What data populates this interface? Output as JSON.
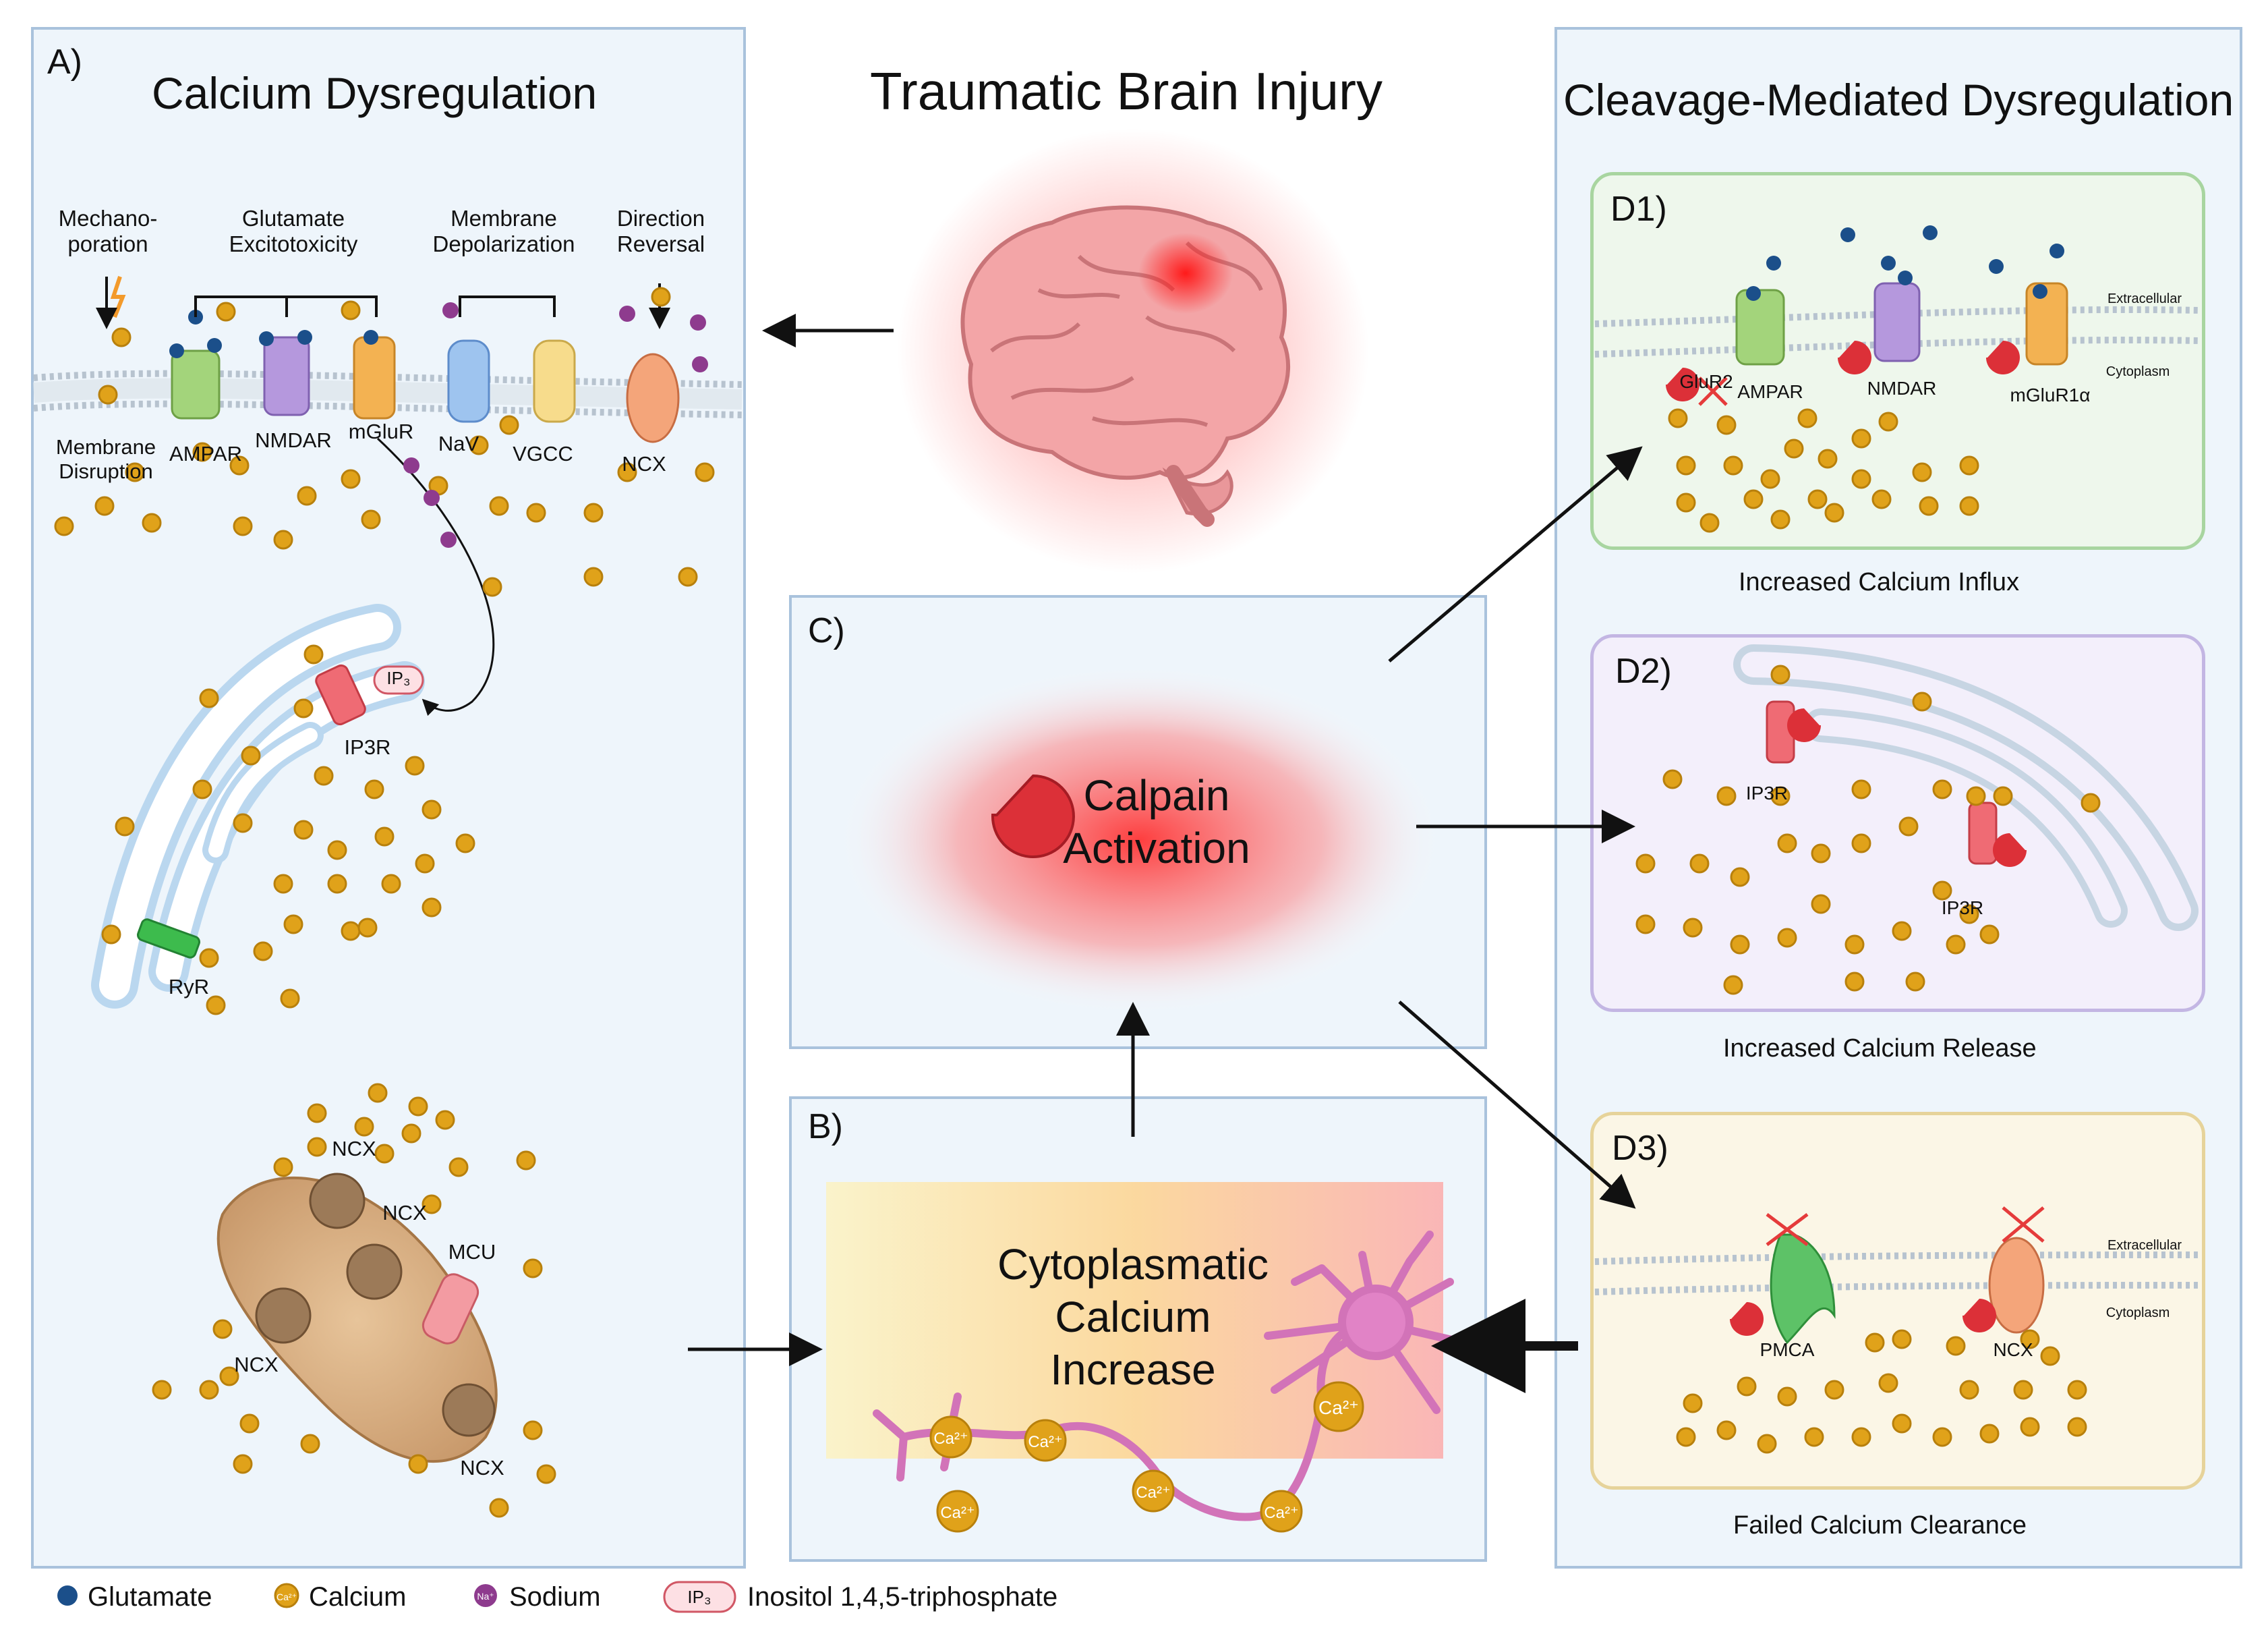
{
  "main_title": "Traumatic Brain Injury",
  "panel_a": {
    "letter": "A)",
    "title": "Calcium Dysregulation",
    "mechanisms": [
      "Mechano-\nporation",
      "Glutamate\nExcitotoxicity",
      "Membrane\nDepolarization",
      "Direction\nReversal"
    ],
    "membrane_labels": [
      "Membrane\nDisruption",
      "AMPAR",
      "NMDAR",
      "mGluR",
      "NaV",
      "VGCC",
      "NCX"
    ],
    "er_labels": [
      "IP₃",
      "IP3R",
      "RyR"
    ],
    "mito_labels": [
      "NCX",
      "NCX",
      "MCU",
      "NCX",
      "NCX"
    ]
  },
  "panel_b": {
    "letter": "B)",
    "center_text": "Cytoplasmatic\nCalcium\nIncrease",
    "ion_label": "Ca²⁺"
  },
  "panel_c": {
    "letter": "C)",
    "center_text": "Calpain\nActivation"
  },
  "panel_d": {
    "title": "Cleavage-Mediated Dysregulation",
    "d1": {
      "letter": "D1)",
      "labels": [
        "GluR2",
        "AMPAR",
        "NMDAR",
        "mGluR1α"
      ],
      "side_top": "Extracellular",
      "side_bottom": "Cytoplasm",
      "caption": "Increased Calcium Influx"
    },
    "d2": {
      "letter": "D2)",
      "labels": [
        "IP3R",
        "IP3R"
      ],
      "caption": "Increased Calcium Release"
    },
    "d3": {
      "letter": "D3)",
      "labels": [
        "PMCA",
        "NCX"
      ],
      "side_top": "Extracellular",
      "side_bottom": "Cytoplasm",
      "caption": "Failed Calcium Clearance"
    }
  },
  "legend": {
    "glutamate": "Glutamate",
    "calcium": "Calcium",
    "sodium": "Sodium",
    "ip3_symbol": "IP₃",
    "ip3": "Inositol 1,4,5-triphosphate",
    "ca_symbol": "Ca²⁺",
    "na_symbol": "Na⁺"
  },
  "colors": {
    "panel_bg": "#eef5fb",
    "panel_border": "#a9c2dc",
    "d1_border": "#a8d5a0",
    "d2_border": "#c3b6e3",
    "d3_border": "#e6d39a",
    "calcium": "#e0a21a",
    "glutamate": "#1b4f8a",
    "sodium": "#8e3b8e",
    "calpain": "#d9303a"
  }
}
